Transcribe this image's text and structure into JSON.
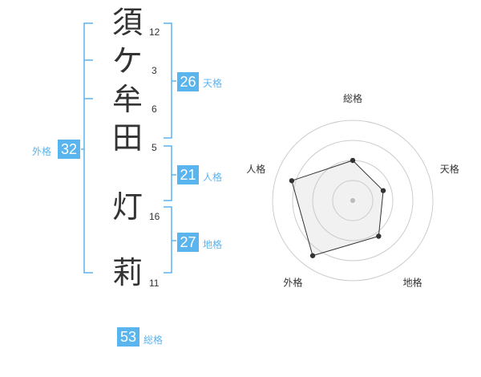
{
  "colors": {
    "accent": "#5ab4ee",
    "text": "#333333"
  },
  "surname": [
    {
      "char": "須",
      "strokes": "12"
    },
    {
      "char": "ケ",
      "strokes": "3"
    },
    {
      "char": "牟",
      "strokes": "6"
    },
    {
      "char": "田",
      "strokes": "5"
    }
  ],
  "given_name": [
    {
      "char": "灯",
      "strokes": "16"
    },
    {
      "char": "莉",
      "strokes": "11"
    }
  ],
  "kaku": {
    "tenkaku": {
      "value": "26",
      "label": "天格"
    },
    "jinkaku": {
      "value": "21",
      "label": "人格"
    },
    "chikaku": {
      "value": "27",
      "label": "地格"
    },
    "gaikaku": {
      "value": "32",
      "label": "外格"
    },
    "soukaku": {
      "value": "53",
      "label": "総格"
    }
  },
  "radar": {
    "axes": [
      "総格",
      "天格",
      "地格",
      "外格",
      "人格"
    ],
    "levels": 4,
    "scores": [
      0.5,
      0.4,
      0.55,
      0.85,
      0.8
    ]
  }
}
